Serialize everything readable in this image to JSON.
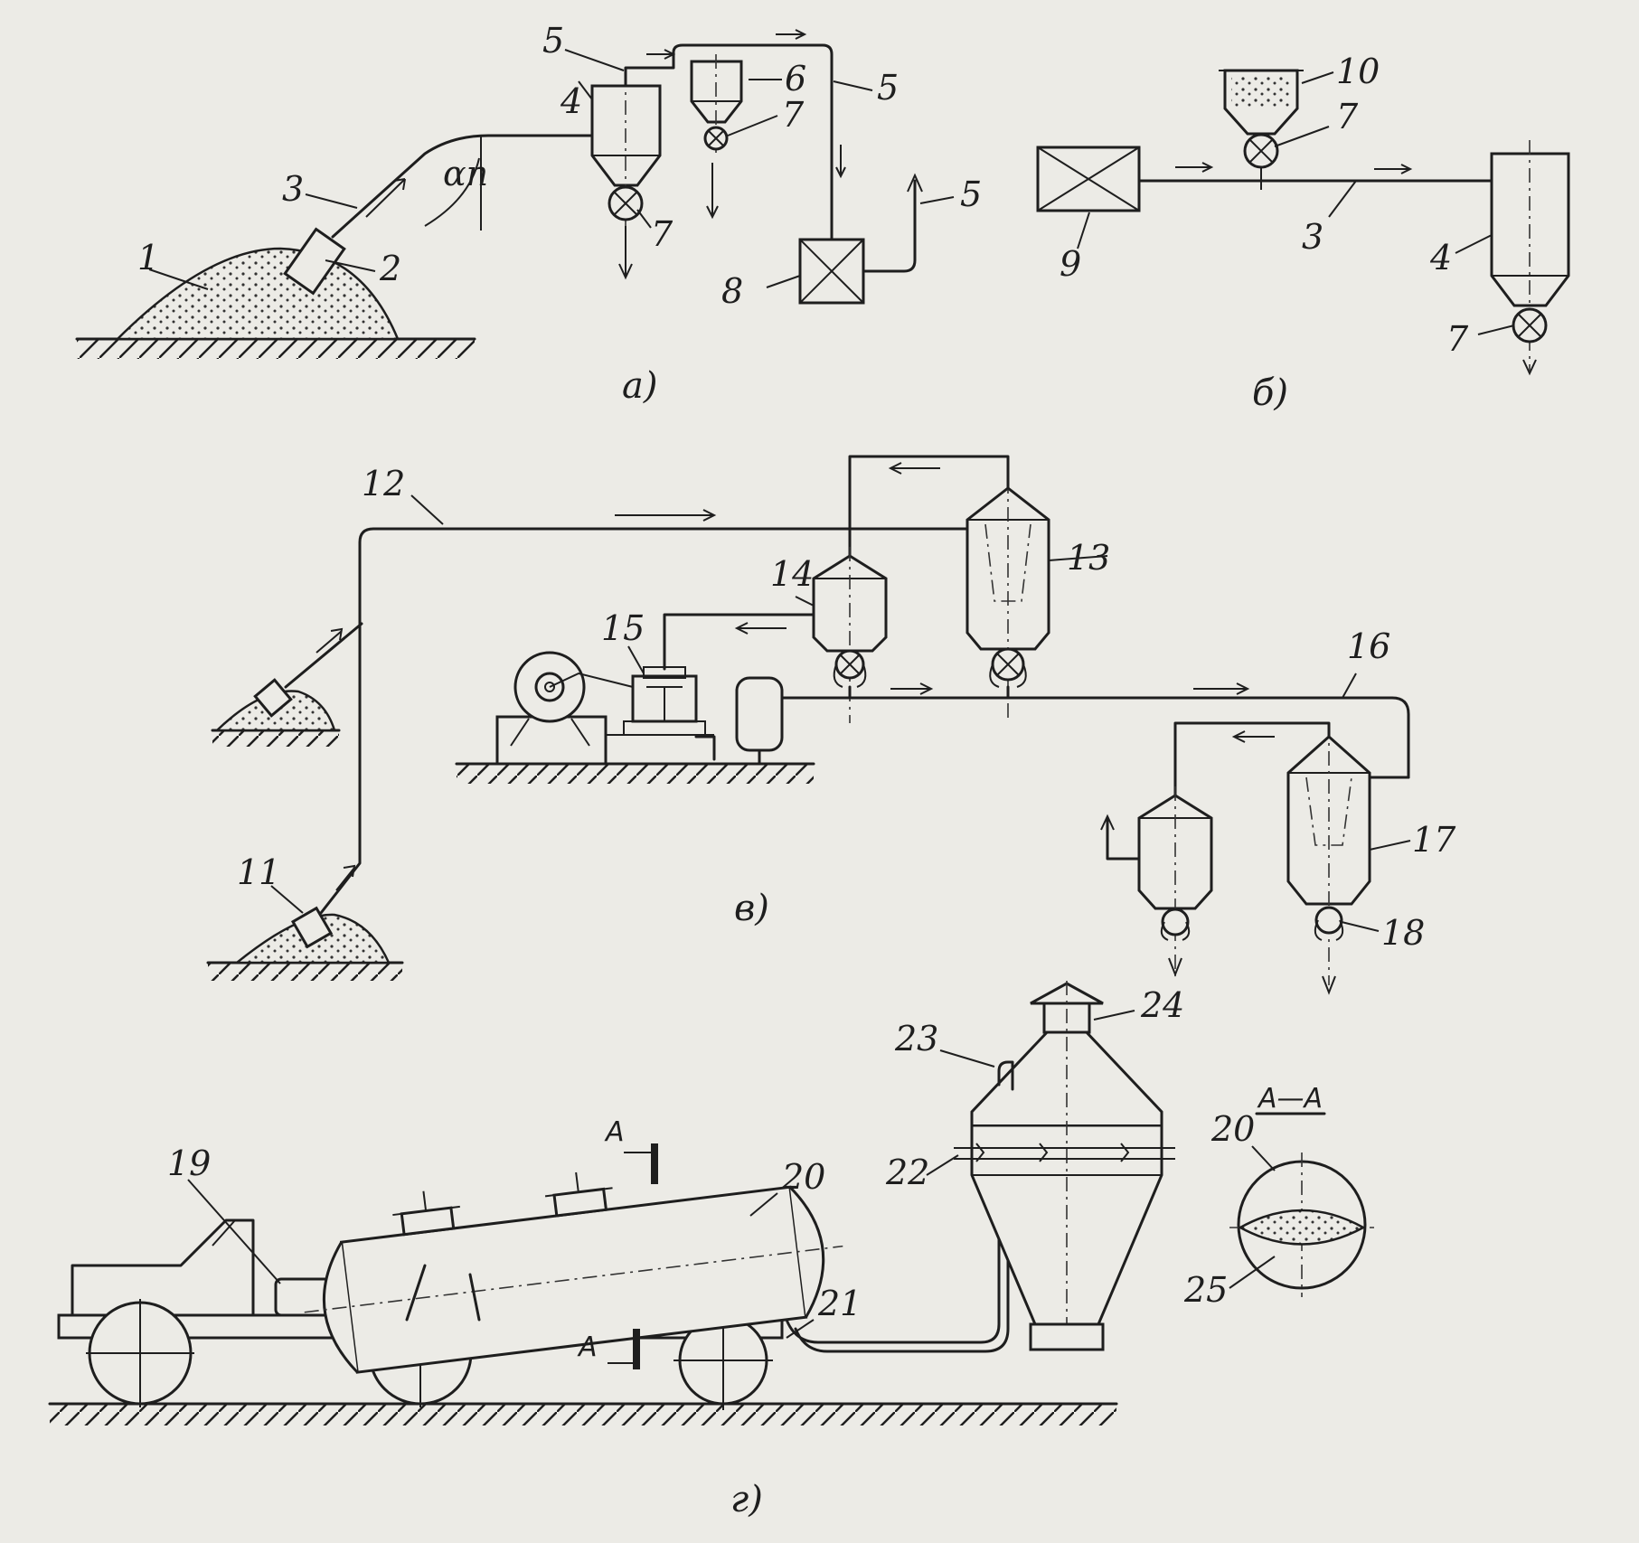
{
  "labels": {
    "l1": "1",
    "l2": "2",
    "l3": "3",
    "l4": "4",
    "l5": "5",
    "l6": "6",
    "l7": "7",
    "l8": "8",
    "l9": "9",
    "l10": "10",
    "l11": "11",
    "l12": "12",
    "l13": "13",
    "l14": "14",
    "l15": "15",
    "l16": "16",
    "l17": "17",
    "l18": "18",
    "l19": "19",
    "l20": "20",
    "l21": "21",
    "l22": "22",
    "l23": "23",
    "l24": "24",
    "l25": "25",
    "angle": "αn"
  },
  "captions": {
    "a": "а)",
    "b": "б)",
    "c": "в)",
    "d": "г)"
  },
  "section": {
    "mark": "A",
    "title": "A—A"
  }
}
